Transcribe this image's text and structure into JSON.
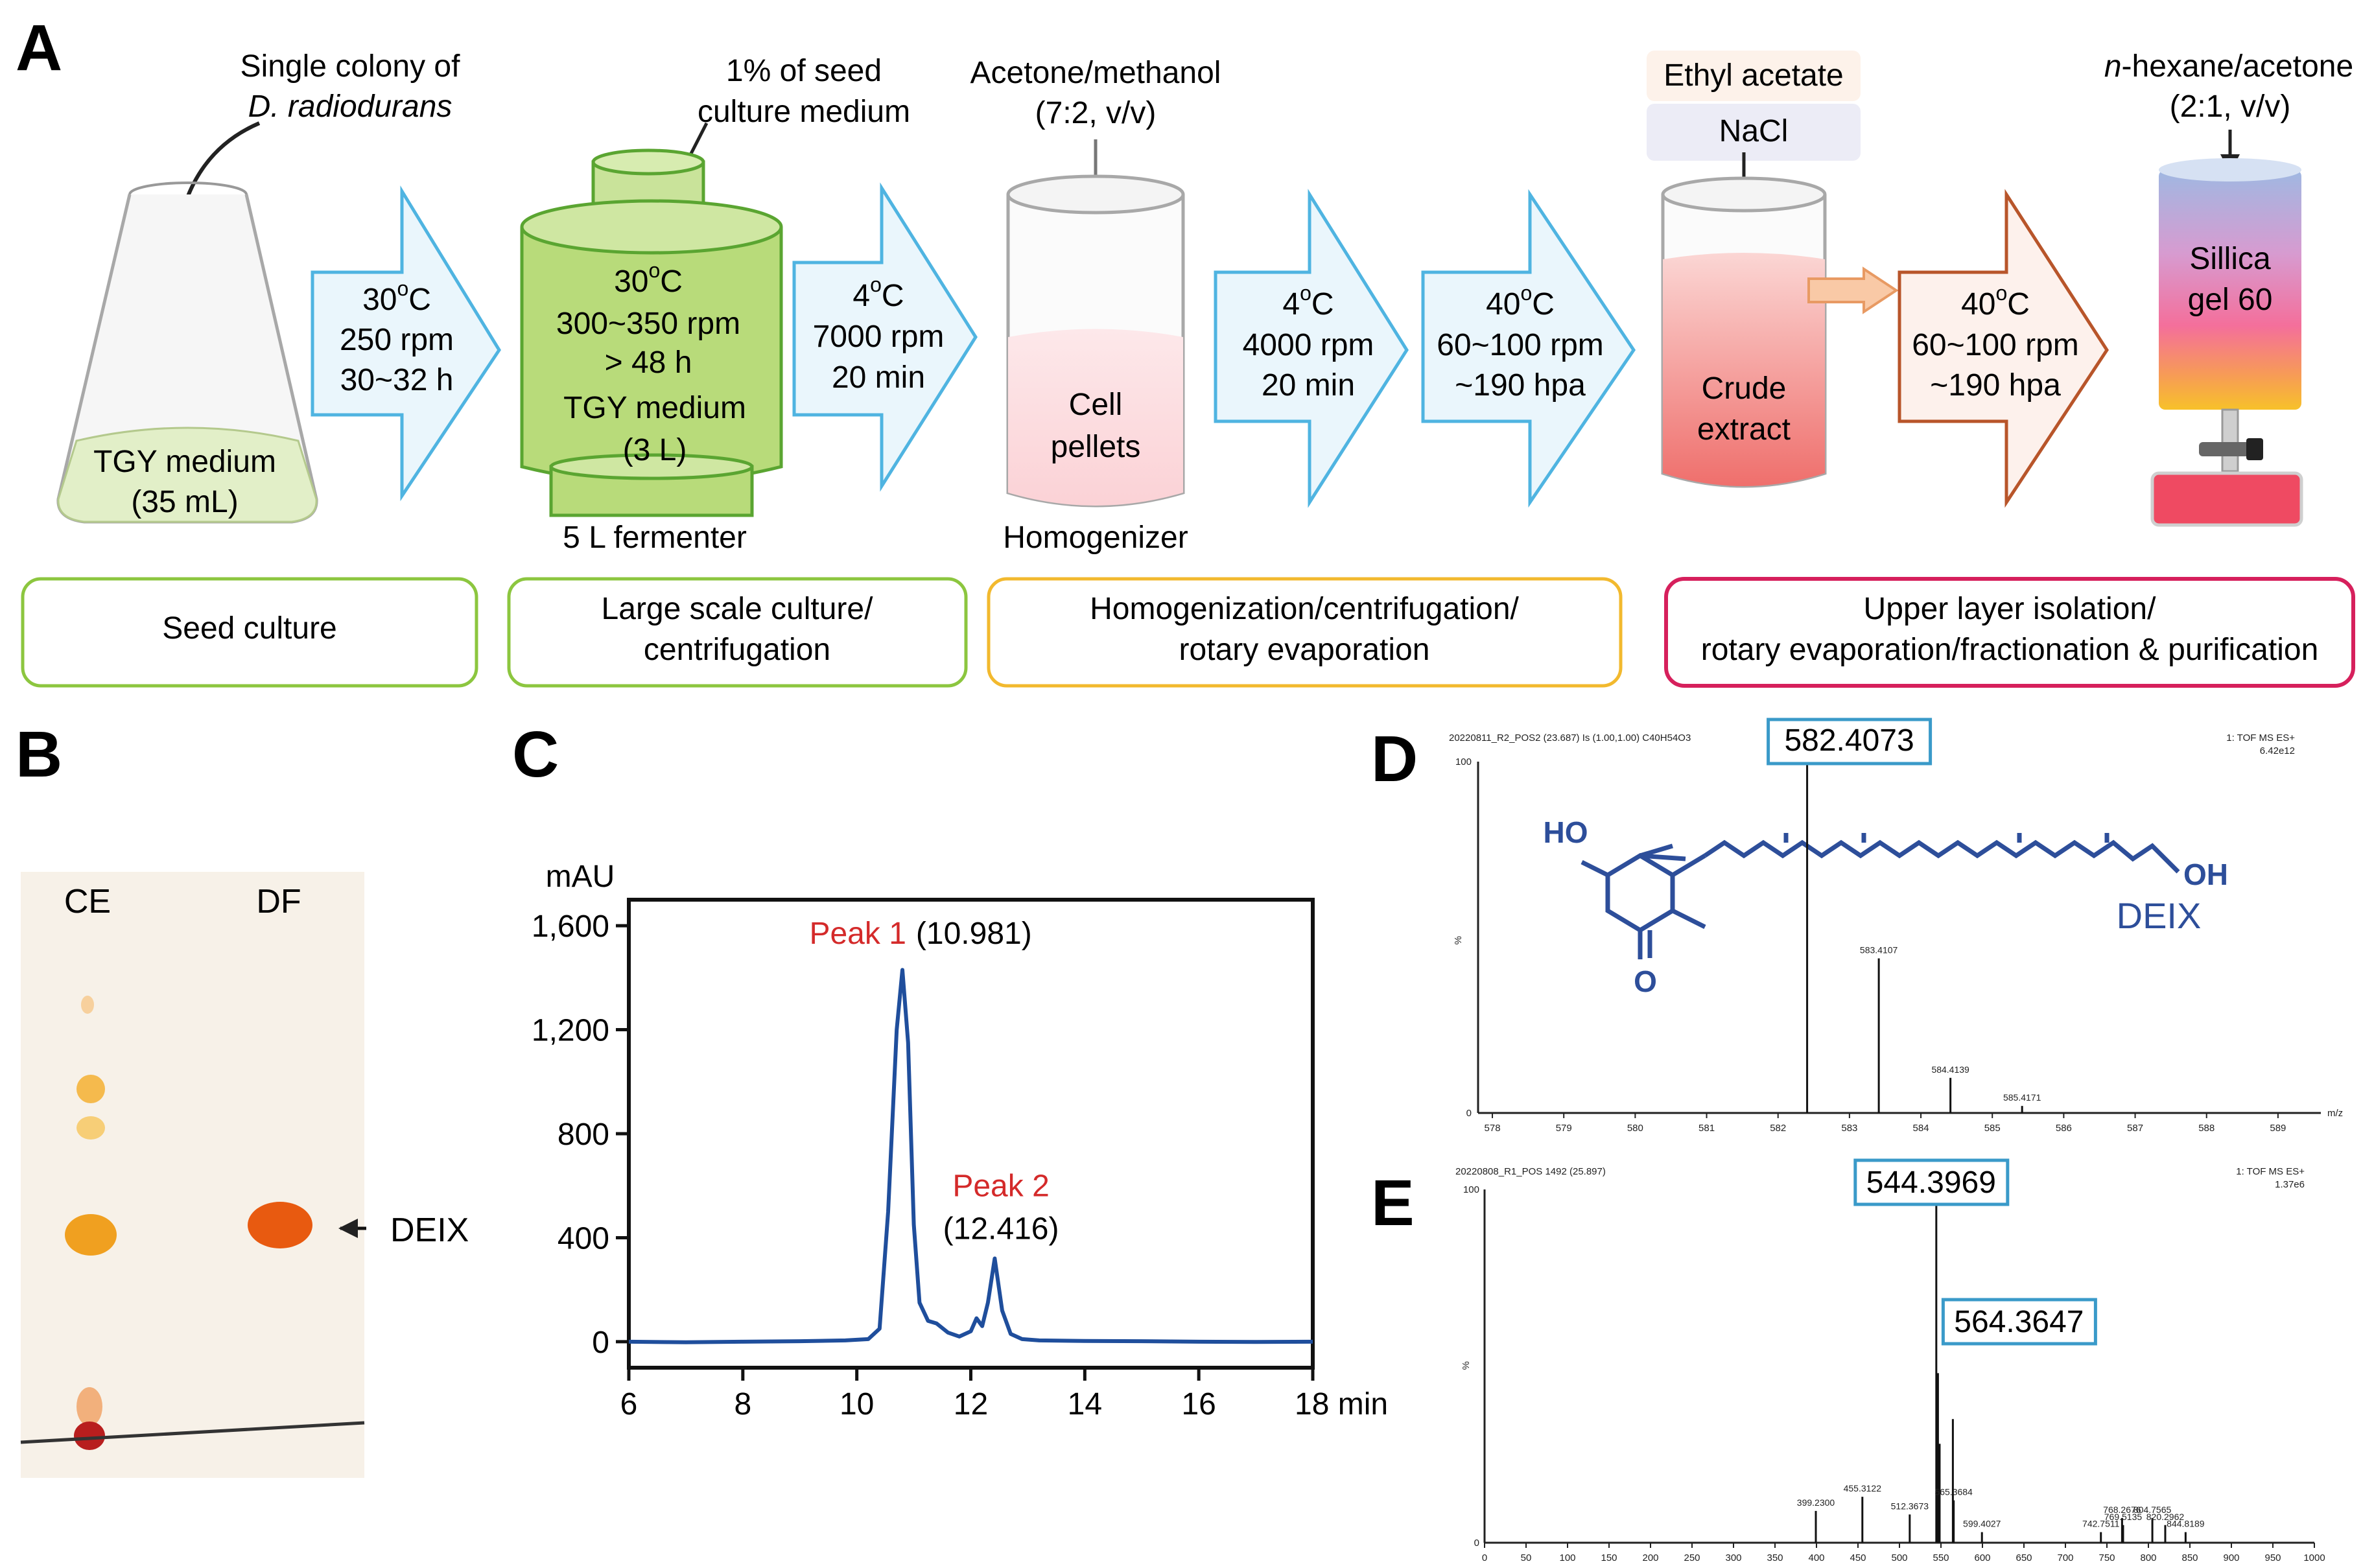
{
  "panel_A": {
    "label": "A",
    "steps": [
      {
        "id": "seed",
        "top_label_1": "Single colony of",
        "top_label_2": "D. radiodurans",
        "flask_label_1": "TGY medium",
        "flask_label_2": "(35 mL)"
      },
      {
        "id": "arrow1",
        "lines": [
          "30",
          "250 rpm",
          "30~32 h"
        ],
        "temp_unit": "C",
        "degree": "o"
      },
      {
        "id": "fermenter",
        "top_label_1": "1% of seed",
        "top_label_2": "culture medium",
        "lines": [
          "30",
          "300~350 rpm",
          "> 48 h",
          "TGY medium",
          "(3 L)"
        ],
        "caption": "5 L fermenter"
      },
      {
        "id": "arrow2",
        "lines": [
          "4",
          "7000 rpm",
          "20 min"
        ]
      },
      {
        "id": "homogenizer",
        "top_label_1": "Acetone/methanol",
        "top_label_2": "(7:2, v/v)",
        "inner_1": "Cell",
        "inner_2": "pellets",
        "caption": "Homogenizer"
      },
      {
        "id": "arrow3",
        "lines": [
          "4",
          "4000 rpm",
          "20 min"
        ]
      },
      {
        "id": "arrow4",
        "lines": [
          "40",
          "60~100 rpm",
          "~190 hpa"
        ]
      },
      {
        "id": "extraction",
        "layer_1": "Ethyl acetate",
        "layer_2": "NaCl",
        "inner_1": "Crude",
        "inner_2": "extract"
      },
      {
        "id": "arrow5",
        "lines": [
          "40",
          "60~100 rpm",
          "~190 hpa"
        ]
      },
      {
        "id": "column",
        "top_label_1": "n",
        "top_label_1b": "-hexane/acetone",
        "top_label_2": "(2:1, v/v)",
        "inner_1": "Sillica",
        "inner_2": "gel 60"
      }
    ],
    "boxes": [
      {
        "lines": [
          "Seed culture"
        ],
        "color": "#8cc63f"
      },
      {
        "lines": [
          "Large scale culture/",
          "centrifugation"
        ],
        "color": "#8cc63f"
      },
      {
        "lines": [
          "Homogenization/centrifugation/",
          "rotary evaporation"
        ],
        "color": "#f2b92e"
      },
      {
        "lines": [
          "Upper layer isolation/",
          "rotary evaporation/fractionation & purification"
        ],
        "color": "#d6205c"
      }
    ]
  },
  "panel_B": {
    "label": "B",
    "lanes": [
      "CE",
      "DF"
    ],
    "annotation": "DEIX"
  },
  "panel_C": {
    "label": "C",
    "chart_data": {
      "type": "line",
      "ylabel": "mAU",
      "xunit": "min",
      "xlim": [
        6,
        18
      ],
      "ylim": [
        -100,
        1700
      ],
      "xticks": [
        6,
        8,
        10,
        12,
        14,
        16,
        18
      ],
      "yticks": [
        0,
        400,
        800,
        1200,
        1600
      ],
      "ytick_labels": [
        "0",
        "400",
        "800",
        "1,200",
        "1,600"
      ],
      "series": [
        {
          "x": [
            6,
            7,
            8,
            9,
            9.8,
            10.2,
            10.4,
            10.55,
            10.7,
            10.8,
            10.9,
            11.0,
            11.1,
            11.25,
            11.4,
            11.6,
            11.8,
            12.0,
            12.1,
            12.2,
            12.3,
            12.42,
            12.55,
            12.7,
            12.9,
            13.2,
            14,
            15,
            16,
            17,
            18
          ],
          "y": [
            0,
            -2,
            0,
            2,
            5,
            10,
            50,
            500,
            1200,
            1430,
            1150,
            450,
            150,
            80,
            70,
            35,
            20,
            40,
            90,
            60,
            150,
            320,
            120,
            30,
            10,
            5,
            3,
            2,
            0,
            -1,
            0
          ]
        }
      ],
      "annotations": [
        {
          "name": "Peak 1",
          "value": "(10.981)",
          "x": 10.981,
          "y": 1430
        },
        {
          "name": "Peak 2",
          "value": "(12.416)",
          "x": 12.416,
          "y": 320
        }
      ]
    }
  },
  "panel_D": {
    "label": "D",
    "header_left": "20220811_R2_POS2 (23.687) Is (1.00,1.00) C40H54O3",
    "header_right_1": "1: TOF MS ES+",
    "header_right_2": "6.42e12",
    "y_top": "100",
    "y_mid": "%",
    "y_zero": "0",
    "xunit": "m/z",
    "molecule_name": "DEIX",
    "group_ho": "HO",
    "group_oh": "OH",
    "group_o": "O",
    "chart_data": {
      "type": "bar",
      "xlim": [
        577.8,
        589.6
      ],
      "ylim": [
        0,
        100
      ],
      "xticks": [
        578,
        579,
        580,
        581,
        582,
        583,
        584,
        585,
        586,
        587,
        588,
        589
      ],
      "peaks": [
        {
          "mz": 582.4073,
          "rel": 100,
          "label": "582.4073",
          "boxed": true
        },
        {
          "mz": 583.4107,
          "rel": 44,
          "label": "583.4107"
        },
        {
          "mz": 584.4139,
          "rel": 10,
          "label": "584.4139"
        },
        {
          "mz": 585.4171,
          "rel": 2,
          "label": "585.4171"
        }
      ]
    }
  },
  "panel_E": {
    "label": "E",
    "header_left": "20220808_R1_POS 1492 (25.897)",
    "header_right_1": "1: TOF MS ES+",
    "header_right_2": "1.37e6",
    "y_top": "100",
    "y_mid": "%",
    "y_zero": "0",
    "chart_data": {
      "type": "bar",
      "xlim": [
        0,
        1000
      ],
      "ylim": [
        0,
        100
      ],
      "xticks": [
        0,
        50,
        100,
        150,
        200,
        250,
        300,
        350,
        400,
        450,
        500,
        550,
        600,
        650,
        700,
        750,
        800,
        850,
        900,
        950,
        1000
      ],
      "peaks": [
        {
          "mz": 544.3969,
          "rel": 100,
          "label": "544.3969",
          "boxed": true
        },
        {
          "mz": 564.3647,
          "rel": 35,
          "label": "564.3647",
          "boxed": true
        },
        {
          "mz": 546.4,
          "rel": 48
        },
        {
          "mz": 548.4,
          "rel": 28
        },
        {
          "mz": 399.23,
          "rel": 9,
          "label": "399.2300"
        },
        {
          "mz": 455.3122,
          "rel": 13,
          "label": "455.3122"
        },
        {
          "mz": 512.3673,
          "rel": 8,
          "label": "512.3673"
        },
        {
          "mz": 565.3684,
          "rel": 12,
          "label": "565.3684"
        },
        {
          "mz": 599.4027,
          "rel": 3,
          "label": "599.4027"
        },
        {
          "mz": 742.7511,
          "rel": 3,
          "label": "742.7511"
        },
        {
          "mz": 768.2676,
          "rel": 7,
          "label": "768.2676"
        },
        {
          "mz": 769.5135,
          "rel": 5,
          "label": "769.5135"
        },
        {
          "mz": 804.7565,
          "rel": 7,
          "label": "804.7565"
        },
        {
          "mz": 820.2962,
          "rel": 5,
          "label": "820.2962"
        },
        {
          "mz": 844.8189,
          "rel": 3,
          "label": "844.8189"
        }
      ]
    }
  }
}
